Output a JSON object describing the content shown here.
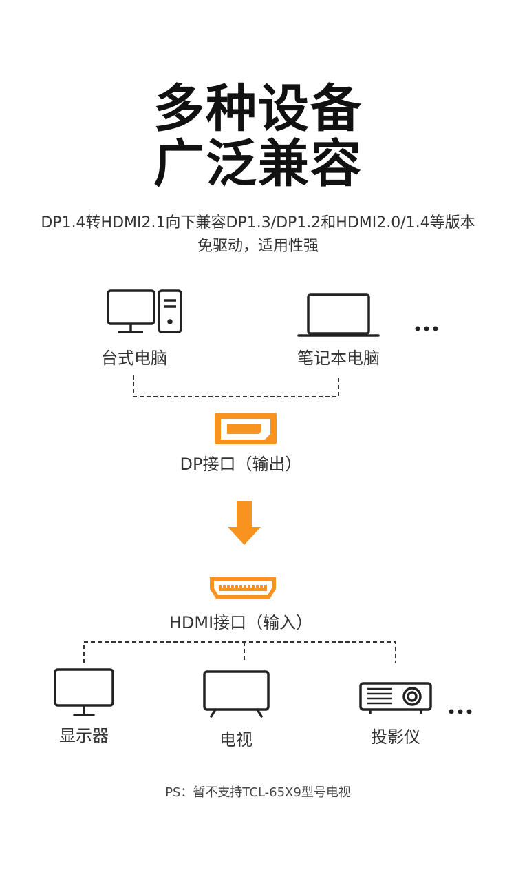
{
  "header": {
    "title_line1": "多种设备",
    "title_line2": "广泛兼容"
  },
  "description": {
    "line1": "DP1.4转HDMI2.1向下兼容DP1.3/DP1.2和HDMI2.0/1.4等版本",
    "line2": "免驱动，适用性强"
  },
  "sources": {
    "desktop_label": "台式电脑",
    "laptop_label": "笔记本电脑",
    "more": "•••"
  },
  "dp_port": {
    "label": "DP接口（输出）"
  },
  "hdmi_port": {
    "label": "HDMI接口（输入）"
  },
  "targets": {
    "monitor_label": "显示器",
    "tv_label": "电视",
    "projector_label": "投影仪",
    "more": "•••"
  },
  "footnote": "PS：暂不支持TCL-65X9型号电视",
  "colors": {
    "accent": "#F7931E",
    "icon_stroke": "#222222",
    "dashed_line": "#333333"
  },
  "icons": [
    "desktop-computer-icon",
    "laptop-icon",
    "dp-port-icon",
    "down-arrow-icon",
    "hdmi-port-icon",
    "monitor-icon",
    "tv-icon",
    "projector-icon"
  ]
}
